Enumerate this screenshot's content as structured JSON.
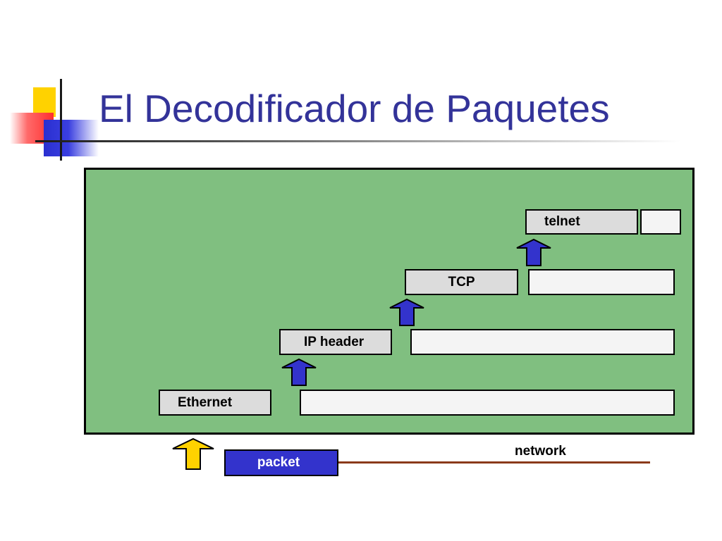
{
  "slide": {
    "title": "El Decodificador de Paquetes"
  },
  "diagram": {
    "layers": {
      "telnet": "telnet",
      "tcp": "TCP",
      "ip": "IP header",
      "ethernet": "Ethernet"
    },
    "packet_label": "packet",
    "network_label": "network"
  },
  "colors": {
    "title": "#333399",
    "panel": "#80bf80",
    "header_box": "#dcdcdc",
    "payload_box": "#f4f4f4",
    "packet": "#3333cc",
    "arrow_up_layer": "#3333cc",
    "arrow_in": "#ffd200",
    "network_line": "#8b3a1a"
  }
}
